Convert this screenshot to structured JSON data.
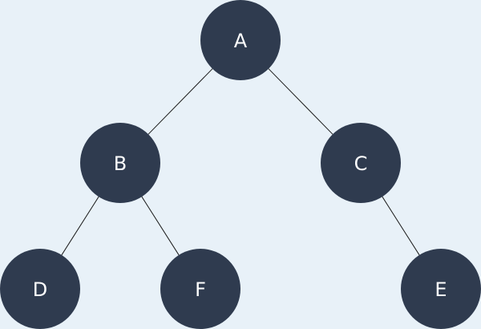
{
  "colors": {
    "background": "#e8f1f8",
    "node_fill": "#2f3b4f",
    "node_text": "#ffffff",
    "edge": "#1a1a1a"
  },
  "tree": {
    "nodes": [
      {
        "id": "A",
        "label": "A"
      },
      {
        "id": "B",
        "label": "B"
      },
      {
        "id": "C",
        "label": "C"
      },
      {
        "id": "D",
        "label": "D"
      },
      {
        "id": "F",
        "label": "F"
      },
      {
        "id": "E",
        "label": "E"
      }
    ],
    "edges": [
      {
        "from": "A",
        "to": "B"
      },
      {
        "from": "A",
        "to": "C"
      },
      {
        "from": "B",
        "to": "D"
      },
      {
        "from": "B",
        "to": "F"
      },
      {
        "from": "C",
        "to": "E"
      }
    ]
  }
}
